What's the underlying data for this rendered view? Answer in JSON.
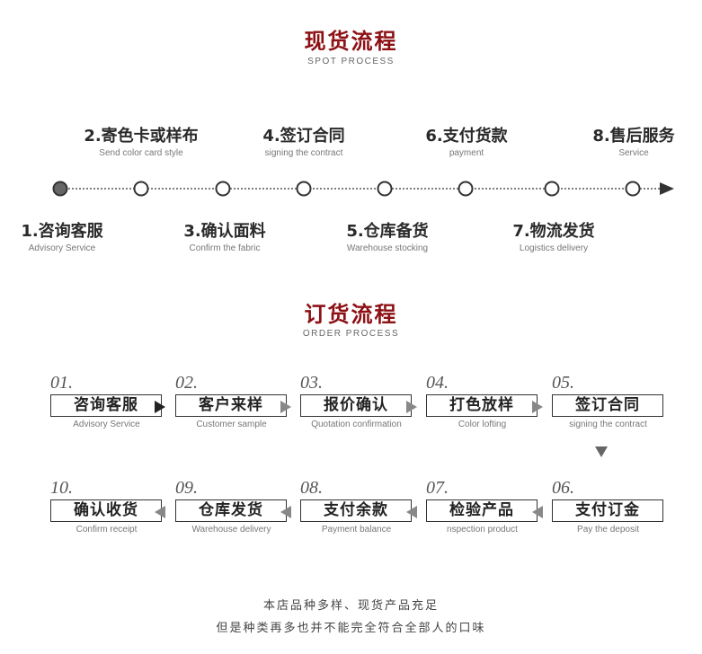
{
  "spot": {
    "title": "现货流程",
    "subtitle": "SPOT PROCESS",
    "top_steps": [
      {
        "cn": "2.寄色卡或样布",
        "en": "Send color card style"
      },
      {
        "cn": "4.签订合同",
        "en": "signing the contract"
      },
      {
        "cn": "6.支付货款",
        "en": "payment"
      },
      {
        "cn": "8.售后服务",
        "en": "Service"
      }
    ],
    "bottom_steps": [
      {
        "cn": "1.咨询客服",
        "en": "Advisory Service"
      },
      {
        "cn": "3.确认面料",
        "en": "Confirm the fabric"
      },
      {
        "cn": "5.仓库备货",
        "en": "Warehouse stocking"
      },
      {
        "cn": "7.物流发货",
        "en": "Logistics delivery"
      }
    ]
  },
  "order": {
    "title": "订货流程",
    "subtitle": "ORDER PROCESS",
    "row1": [
      {
        "num": "01.",
        "cn": "咨询客服",
        "en": "Advisory Service"
      },
      {
        "num": "02.",
        "cn": "客户来样",
        "en": "Customer sample"
      },
      {
        "num": "03.",
        "cn": "报价确认",
        "en": "Quotation confirmation"
      },
      {
        "num": "04.",
        "cn": "打色放样",
        "en": "Color lofting"
      },
      {
        "num": "05.",
        "cn": "签订合同",
        "en": "signing the contract"
      }
    ],
    "row2": [
      {
        "num": "10.",
        "cn": "确认收货",
        "en": "Confirm receipt"
      },
      {
        "num": "09.",
        "cn": "仓库发货",
        "en": "Warehouse delivery"
      },
      {
        "num": "08.",
        "cn": "支付余款",
        "en": "Payment balance"
      },
      {
        "num": "07.",
        "cn": "检验产品",
        "en": "nspection product"
      },
      {
        "num": "06.",
        "cn": "支付订金",
        "en": "Pay the deposit"
      }
    ]
  },
  "footer": {
    "line1": "本店品种多样、现货产品充足",
    "line2": "但是种类再多也并不能完全符合全部人的口味"
  },
  "colors": {
    "title": "#8c1014",
    "text": "#333333",
    "arrow": "#888888"
  }
}
